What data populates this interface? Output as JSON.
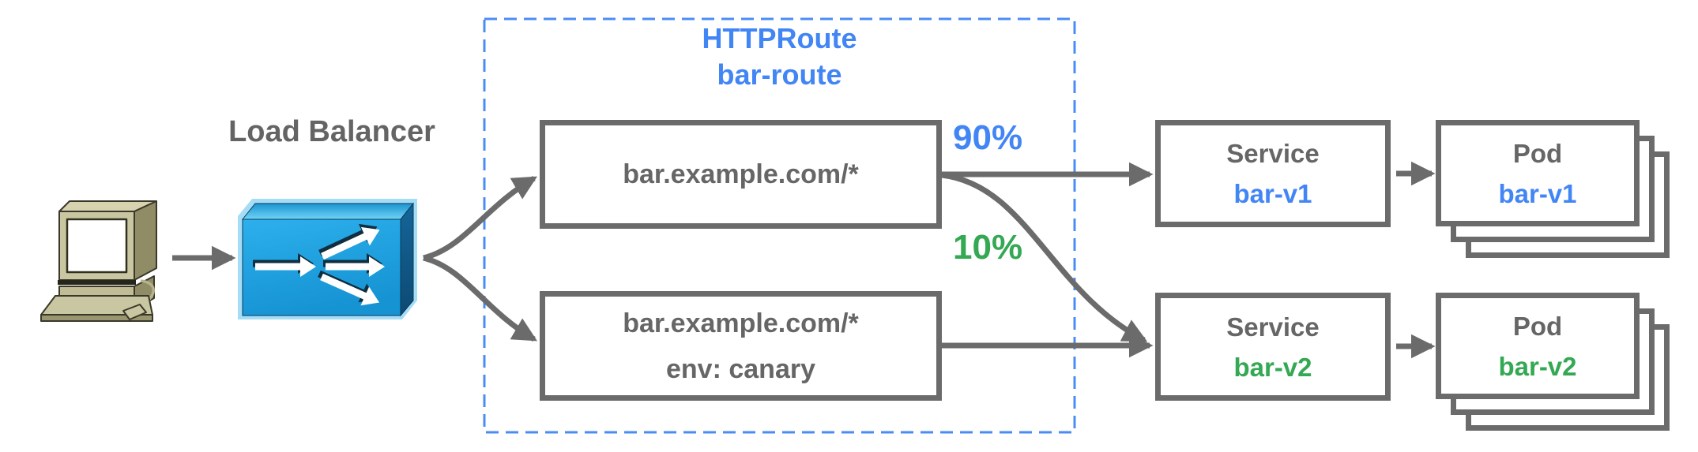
{
  "colors": {
    "accent_blue": "#4285f4",
    "accent_green": "#34a853",
    "text_gray": "#666666",
    "line_gray": "#6b6b6b",
    "dashed_border_blue": "#4a8cf5",
    "lb_box_blue": "#1b9ee0"
  },
  "icons": {
    "client": "desktop-computer-icon",
    "load_balancer": "load-balancer-box-icon"
  },
  "load_balancer": {
    "label": "Load Balancer"
  },
  "httproute": {
    "kind": "HTTPRoute",
    "name": "bar-route"
  },
  "routes": [
    {
      "host": "bar.example.com/*",
      "weight": "90%"
    },
    {
      "host": "bar.example.com/*",
      "env": "env: canary",
      "weight": "10%"
    }
  ],
  "services": [
    {
      "kind": "Service",
      "name": "bar-v1"
    },
    {
      "kind": "Service",
      "name": "bar-v2"
    }
  ],
  "pods": [
    {
      "kind": "Pod",
      "name": "bar-v1"
    },
    {
      "kind": "Pod",
      "name": "bar-v2"
    }
  ]
}
